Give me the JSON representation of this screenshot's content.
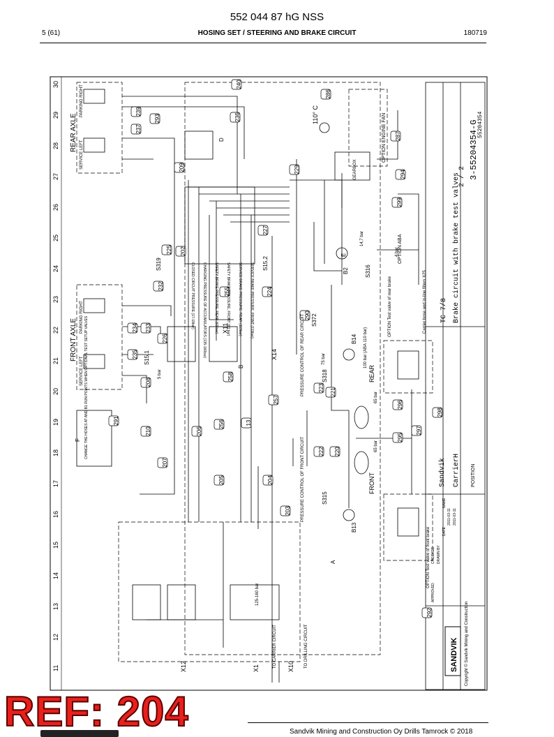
{
  "header": {
    "title": "552 044 87 hG NSS",
    "page": "5 (61)",
    "subtitle": "HOSING SET / STEERING AND BRAKE CIRCUIT",
    "code": "180719"
  },
  "stamp": {
    "ref_label": "REF: 204"
  },
  "footer": {
    "text": "Sandvik Mining and Construction Oy Drills Tamrock © 2018"
  },
  "grid_numbers": [
    "30",
    "29",
    "28",
    "27",
    "26",
    "25",
    "24",
    "23",
    "22",
    "21",
    "20",
    "19",
    "18",
    "17",
    "16",
    "15",
    "14",
    "13",
    "12",
    "11"
  ],
  "callouts": [
    "240",
    "286",
    "239",
    "237",
    "293",
    "236",
    "209",
    "229",
    "287",
    "294",
    "299",
    "227",
    "225",
    "202",
    "255",
    "224",
    "232",
    "234",
    "233",
    "226",
    "290",
    "235",
    "208",
    "258",
    "257",
    "223",
    "221",
    "296",
    "291",
    "210",
    "206",
    "256",
    "13",
    "298",
    "297",
    "295",
    "222",
    "220",
    "207",
    "205",
    "204",
    "203",
    "292"
  ],
  "labels": {
    "rear_axle": "REAR AXLE",
    "front_axle": "FRONT AXLE",
    "service_left": "SERVICE LEFT",
    "parking_right": "PARKING RIGHT",
    "rear": "REAR",
    "front": "FRONT",
    "option_engine_fan": "OPTION ENGINE FAN",
    "option_aba": "OPTION ABA",
    "option_test_rear": "OPTION Test valve of rear brake",
    "option_test_front": "OPTION Test valve of front brake",
    "carrier_hose": "Carrier hose and in-line filters X25",
    "gearbox": "GEARBOX",
    "pressure_temp": "110° C",
    "x1": "X1",
    "x10": "X10",
    "x12": "X12",
    "x14": "X14",
    "x11": "X11",
    "b13": "B13",
    "b14": "B14",
    "b2": "B2",
    "pressure_100": "100 bar (ABA 110 bar)",
    "bar_65a": "65 bar",
    "bar_65b": "65 bar",
    "bar_75": "75 bar",
    "bar_5": "5 bar",
    "bar_4": "4 bar",
    "bar_14": "14,7 bar",
    "range": "125-160 bar",
    "s315": "S315",
    "s318": "S318",
    "s372": "S372",
    "s316": "S316",
    "s319": "S319",
    "s515_1": "S15,1",
    "s515_2": "S15,2",
    "to_carrier_circuit": "TO CARRIER CIRCUIT",
    "to_drilling_circuit": "TO DRILLING CIRCUIT",
    "pressure_ctrl_rear": "PRESSURE CONTROL OF REAR CIRCUIT",
    "pressure_ctrl_front": "PRESSURE CONTROL OF FRONT CIRCUIT",
    "box_a": "A",
    "box_b": "B",
    "box_c": "C",
    "box_d": "D",
    "box_e": "E",
    "box_f": "F",
    "change_note": "CHANGE THE HOSES AT AND B1 RUN POINTS WHEN OPTIONAL TEST SETUP VALVES",
    "legend_1": "SERVICE BRAKE PRESSURE, FRONT (119bar)",
    "legend_2": "SERVICE BRAKE PRESSURE, REAR (119bar)",
    "legend_3": "SAFETY BRAKE PRESSURE, FRONT (63 bar)",
    "legend_4": "SAFETY BRAKE PRESSURE, REAR (63 bar)",
    "legend_5": "CHARGING PRESSURE OF ACCUMULATORS (135-160bar)",
    "legend_6": "CLOSED CIRCUIT PRESSURE (17-18bar)",
    "drawing_title": "Brake circuit with brake test valves",
    "machine": "CarrierH",
    "brand": "Sandvik",
    "drawing_no": "3-55204354-G",
    "sheet": "2 / 2",
    "part_no": "55204354",
    "tc": "TC 7/8",
    "position": "POSITION",
    "date_a": "2011-03-11",
    "date_b": "2011-03-11",
    "approved": "APPROVED",
    "drawn": "DRAWN BY",
    "checked": "CHECKED",
    "name": "NAME",
    "date": "DATE",
    "sandvik_logo": "SANDVIK",
    "copyright": "Copyright © Sandvik Mining and Construction"
  }
}
